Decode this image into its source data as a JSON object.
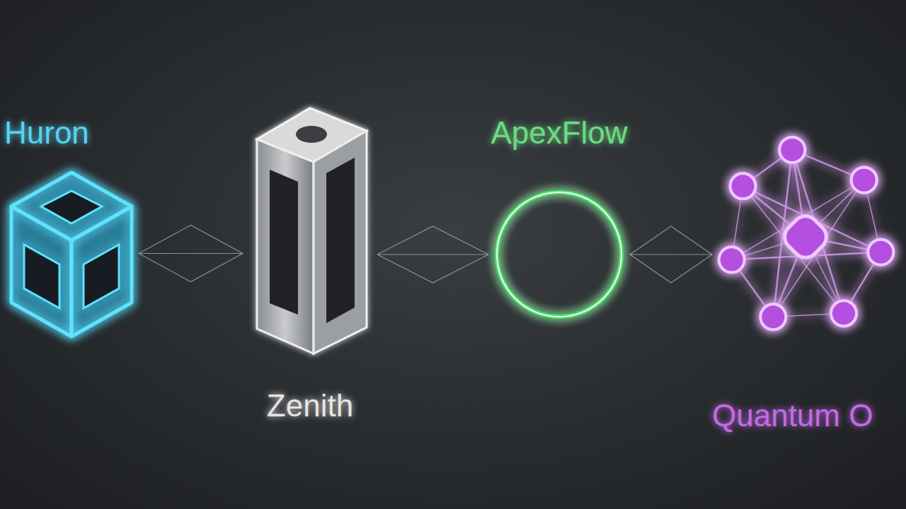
{
  "diagram": {
    "nodes": [
      {
        "text": [
          "Huron"
        ]
      },
      {
        "text": [
          "Zenith"
        ]
      },
      {
        "text": [
          "ApexFlow"
        ]
      },
      {
        "text": [
          "Quantum O"
        ]
      }
    ],
    "edges": [
      {
        "from": 0,
        "to": 1,
        "arrow": "none"
      },
      {
        "from": 1,
        "to": 2,
        "arrow": "none"
      },
      {
        "from": 2,
        "to": 3,
        "arrow": "none"
      }
    ]
  }
}
